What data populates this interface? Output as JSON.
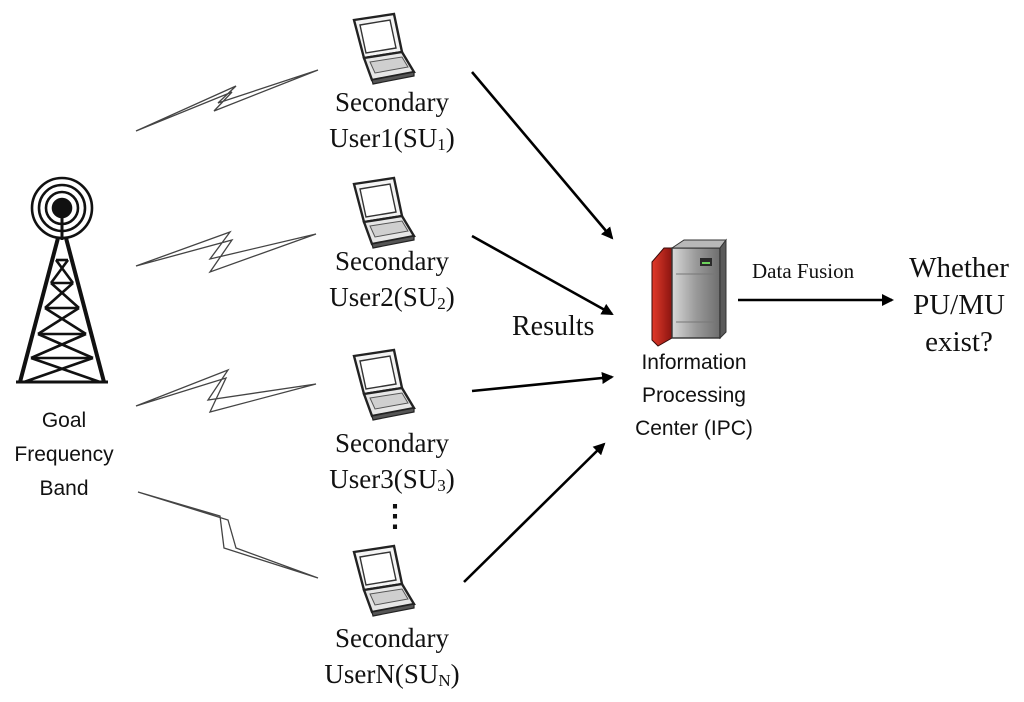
{
  "tower": {
    "label_line1": "Goal",
    "label_line2": "Frequency",
    "label_line3": "Band"
  },
  "secondary_users": [
    {
      "line1": "Secondary",
      "line2_prefix": "User1(SU",
      "subscript": "1",
      "line2_suffix": ")"
    },
    {
      "line1": "Secondary",
      "line2_prefix": "User2(SU",
      "subscript": "2",
      "line2_suffix": ")"
    },
    {
      "line1": "Secondary",
      "line2_prefix": "User3(SU",
      "subscript": "3",
      "line2_suffix": ")"
    },
    {
      "line1": "Secondary",
      "line2_prefix": "UserN(SU",
      "subscript": "N",
      "line2_suffix": ")"
    }
  ],
  "ellipsis": "⋮",
  "results_label": "Results",
  "ipc": {
    "line1": "Information",
    "line2": "Processing",
    "line3": "Center (IPC)"
  },
  "data_fusion_label": "Data Fusion",
  "question": {
    "line1": "Whether",
    "line2": "PU/MU",
    "line3": "exist?"
  },
  "colors": {
    "server_red": "#c0201a",
    "server_grey": "#8c8c8c",
    "line": "#000000"
  }
}
